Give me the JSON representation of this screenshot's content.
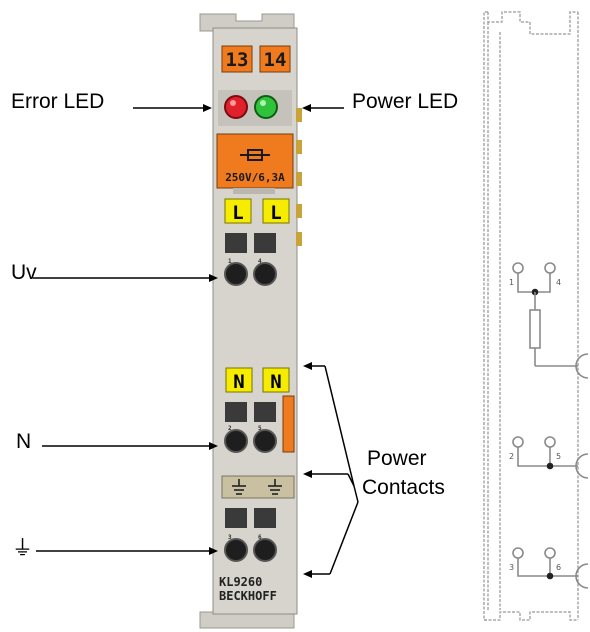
{
  "terminal": {
    "led_numbers": [
      "13",
      "14"
    ],
    "fuse_label": "250V/6,3A",
    "top_contact_labels": [
      "L",
      "L"
    ],
    "mid_contact_labels": [
      "N",
      "N"
    ],
    "model": "KL9260",
    "brand": "BECKHOFF"
  },
  "callouts": {
    "error_led": "Error LED",
    "power_led": "Power LED",
    "uv": "Uv",
    "n": "N",
    "ground_symbol": "⏚",
    "power_contacts_line1": "Power",
    "power_contacts_line2": "Contacts"
  },
  "schematic": {
    "terminal_numbers": [
      "1",
      "4",
      "2",
      "5",
      "3",
      "6"
    ]
  },
  "colors": {
    "body": "#d6d4cc",
    "orange": "#f07b1e",
    "yellow": "#f5ec00",
    "led_red": "#e0202a",
    "led_green": "#2fc23a"
  }
}
